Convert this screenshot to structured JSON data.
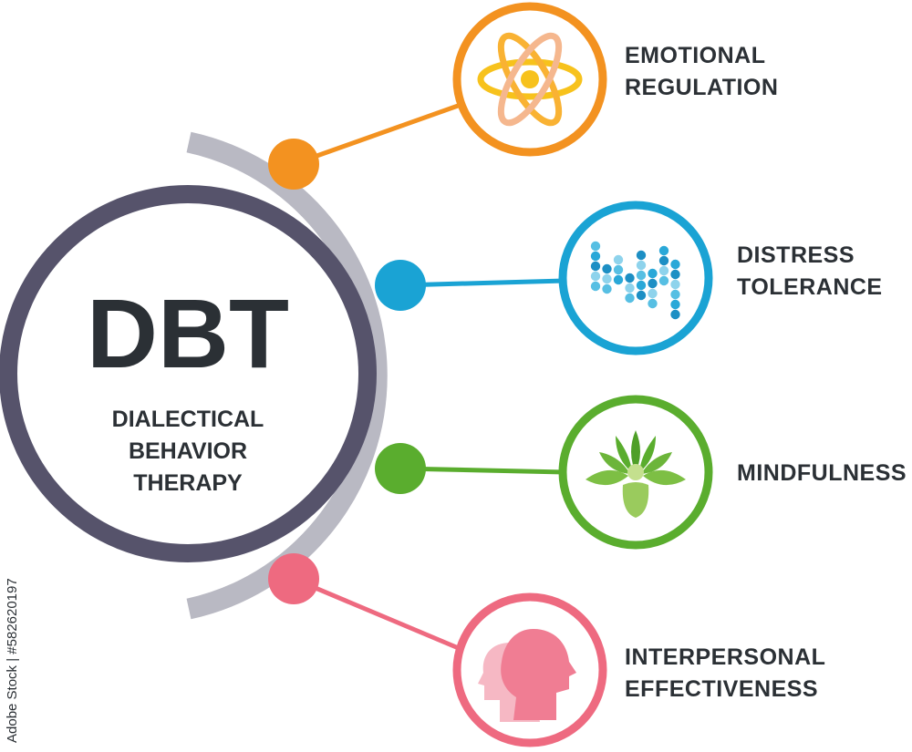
{
  "center": {
    "acronym": "DBT",
    "full_name_lines": [
      "DIALECTICAL",
      "BEHAVIOR",
      "THERAPY"
    ]
  },
  "items": [
    {
      "label_lines": [
        "EMOTIONAL",
        "REGULATION"
      ],
      "color": "#f39220",
      "icon": "atom-icon"
    },
    {
      "label_lines": [
        "DISTRESS",
        "TOLERANCE"
      ],
      "color": "#1aa3d4",
      "icon": "waveform-icon"
    },
    {
      "label_lines": [
        "MINDFULNESS"
      ],
      "color": "#5aad2e",
      "icon": "lotus-icon"
    },
    {
      "label_lines": [
        "INTERPERSONAL",
        "EFFECTIVENESS"
      ],
      "color": "#ee6a80",
      "icon": "heads-icon"
    }
  ],
  "colors": {
    "ring": "#56536b",
    "arc": "#b9b9c3",
    "text": "#2b3035"
  },
  "watermark": "Adobe Stock | #582620197"
}
